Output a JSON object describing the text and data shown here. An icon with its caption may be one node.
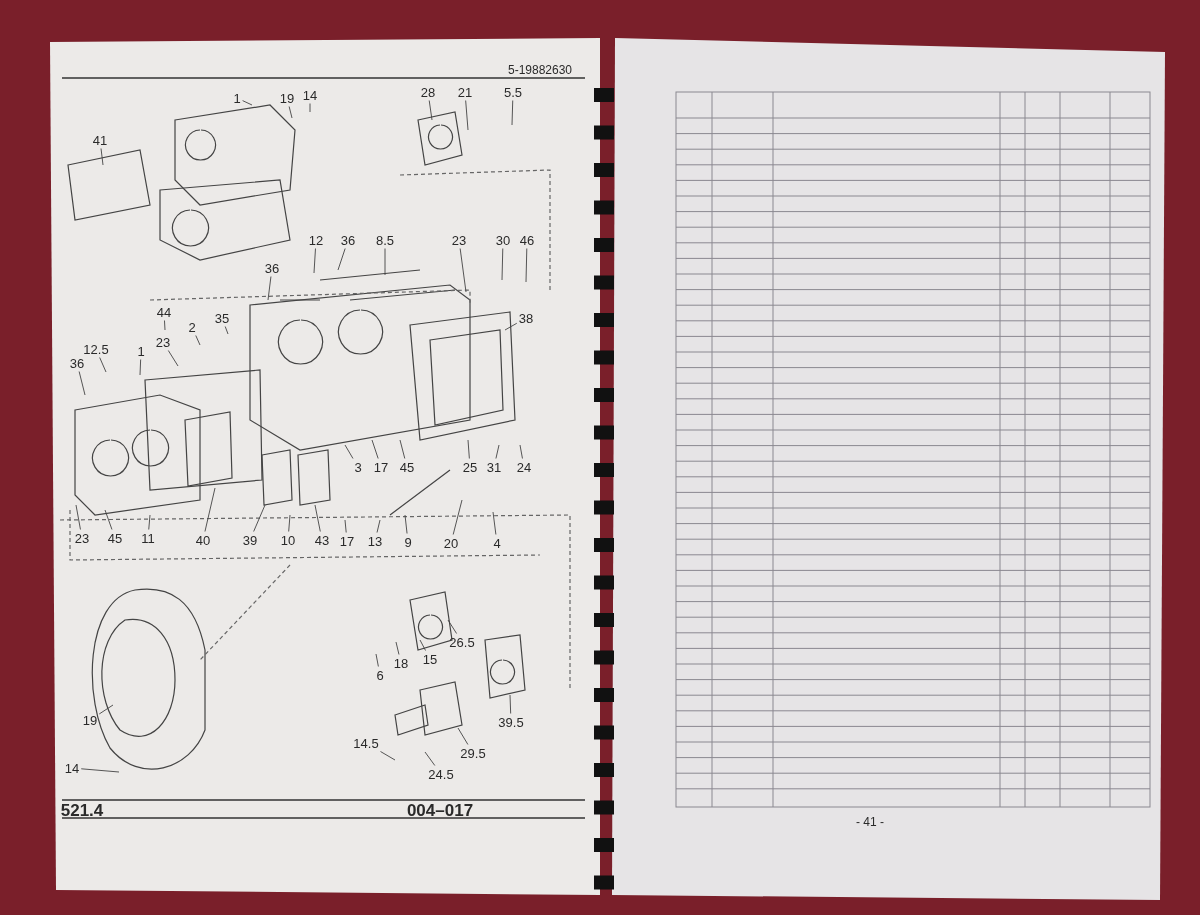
{
  "diagram": {
    "nodes": [
      {
        "text": [
          "1"
        ]
      },
      {
        "text": [
          "19"
        ]
      },
      {
        "text": [
          "14"
        ]
      },
      {
        "text": [
          "28"
        ]
      },
      {
        "text": [
          "21"
        ]
      },
      {
        "text": [
          "5.5"
        ]
      },
      {
        "text": [
          "41"
        ]
      },
      {
        "text": [
          "12"
        ]
      },
      {
        "text": [
          "36"
        ]
      },
      {
        "text": [
          "8.5"
        ]
      },
      {
        "text": [
          "23"
        ]
      },
      {
        "text": [
          "30"
        ]
      },
      {
        "text": [
          "46"
        ]
      },
      {
        "text": [
          "36"
        ]
      },
      {
        "text": [
          "44"
        ]
      },
      {
        "text": [
          "35"
        ]
      },
      {
        "text": [
          "38"
        ]
      },
      {
        "text": [
          "2"
        ]
      },
      {
        "text": [
          "23"
        ]
      },
      {
        "text": [
          "1"
        ]
      },
      {
        "text": [
          "12.5"
        ]
      },
      {
        "text": [
          "36"
        ]
      },
      {
        "text": [
          "3"
        ]
      },
      {
        "text": [
          "17"
        ]
      },
      {
        "text": [
          "45"
        ]
      },
      {
        "text": [
          "25"
        ]
      },
      {
        "text": [
          "31"
        ]
      },
      {
        "text": [
          "24"
        ]
      },
      {
        "text": [
          "23"
        ]
      },
      {
        "text": [
          "45"
        ]
      },
      {
        "text": [
          "11"
        ]
      },
      {
        "text": [
          "40"
        ]
      },
      {
        "text": [
          "39"
        ]
      },
      {
        "text": [
          "10"
        ]
      },
      {
        "text": [
          "43"
        ]
      },
      {
        "text": [
          "17"
        ]
      },
      {
        "text": [
          "13"
        ]
      },
      {
        "text": [
          "9"
        ]
      },
      {
        "text": [
          "20"
        ]
      },
      {
        "text": [
          "4"
        ]
      },
      {
        "text": [
          "26.5"
        ]
      },
      {
        "text": [
          "15"
        ]
      },
      {
        "text": [
          "18"
        ]
      },
      {
        "text": [
          "6"
        ]
      },
      {
        "text": [
          "39.5"
        ]
      },
      {
        "text": [
          "14.5"
        ]
      },
      {
        "text": [
          "29.5"
        ]
      },
      {
        "text": [
          "24.5"
        ]
      },
      {
        "text": [
          "19"
        ]
      },
      {
        "text": [
          "14"
        ]
      }
    ],
    "edges": [
      {
        "from": 0,
        "to": null,
        "arrow": "none"
      },
      {
        "from": 1,
        "to": null,
        "arrow": "none"
      },
      {
        "from": 2,
        "to": null,
        "arrow": "none"
      },
      {
        "from": 3,
        "to": null,
        "arrow": "none"
      },
      {
        "from": 4,
        "to": null,
        "arrow": "none"
      },
      {
        "from": 5,
        "to": null,
        "arrow": "none"
      },
      {
        "from": 6,
        "to": null,
        "arrow": "none"
      },
      {
        "from": 7,
        "to": null,
        "arrow": "none"
      },
      {
        "from": 8,
        "to": null,
        "arrow": "none"
      },
      {
        "from": 9,
        "to": null,
        "arrow": "none"
      },
      {
        "from": 10,
        "to": null,
        "arrow": "none"
      },
      {
        "from": 11,
        "to": null,
        "arrow": "none"
      },
      {
        "from": 12,
        "to": null,
        "arrow": "none"
      },
      {
        "from": 13,
        "to": null,
        "arrow": "none"
      },
      {
        "from": 14,
        "to": null,
        "arrow": "none"
      },
      {
        "from": 15,
        "to": null,
        "arrow": "none"
      },
      {
        "from": 16,
        "to": null,
        "arrow": "none"
      },
      {
        "from": 17,
        "to": null,
        "arrow": "none"
      },
      {
        "from": 18,
        "to": null,
        "arrow": "none"
      },
      {
        "from": 19,
        "to": null,
        "arrow": "none"
      },
      {
        "from": 20,
        "to": null,
        "arrow": "none"
      },
      {
        "from": 21,
        "to": null,
        "arrow": "none"
      },
      {
        "from": 22,
        "to": null,
        "arrow": "none"
      },
      {
        "from": 23,
        "to": null,
        "arrow": "none"
      },
      {
        "from": 24,
        "to": null,
        "arrow": "none"
      },
      {
        "from": 25,
        "to": null,
        "arrow": "none"
      },
      {
        "from": 26,
        "to": null,
        "arrow": "none"
      },
      {
        "from": 27,
        "to": null,
        "arrow": "none"
      },
      {
        "from": 28,
        "to": null,
        "arrow": "none"
      },
      {
        "from": 29,
        "to": null,
        "arrow": "none"
      },
      {
        "from": 30,
        "to": null,
        "arrow": "none"
      },
      {
        "from": 31,
        "to": null,
        "arrow": "none"
      },
      {
        "from": 32,
        "to": null,
        "arrow": "none"
      },
      {
        "from": 33,
        "to": null,
        "arrow": "none"
      },
      {
        "from": 34,
        "to": null,
        "arrow": "none"
      },
      {
        "from": 35,
        "to": null,
        "arrow": "none"
      },
      {
        "from": 36,
        "to": null,
        "arrow": "none"
      },
      {
        "from": 37,
        "to": null,
        "arrow": "none"
      },
      {
        "from": 38,
        "to": null,
        "arrow": "none"
      },
      {
        "from": 39,
        "to": null,
        "arrow": "none"
      },
      {
        "from": 40,
        "to": null,
        "arrow": "none"
      },
      {
        "from": 41,
        "to": null,
        "arrow": "none"
      },
      {
        "from": 42,
        "to": null,
        "arrow": "none"
      },
      {
        "from": 43,
        "to": null,
        "arrow": "none"
      },
      {
        "from": 44,
        "to": null,
        "arrow": "none"
      },
      {
        "from": 45,
        "to": null,
        "arrow": "none"
      },
      {
        "from": 46,
        "to": null,
        "arrow": "none"
      },
      {
        "from": 47,
        "to": null,
        "arrow": "none"
      },
      {
        "from": 48,
        "to": null,
        "arrow": "none"
      },
      {
        "from": 49,
        "to": null,
        "arrow": "none"
      }
    ],
    "labels": [
      "5-19882630",
      "521.4",
      "004–017",
      "- 41 -"
    ]
  }
}
